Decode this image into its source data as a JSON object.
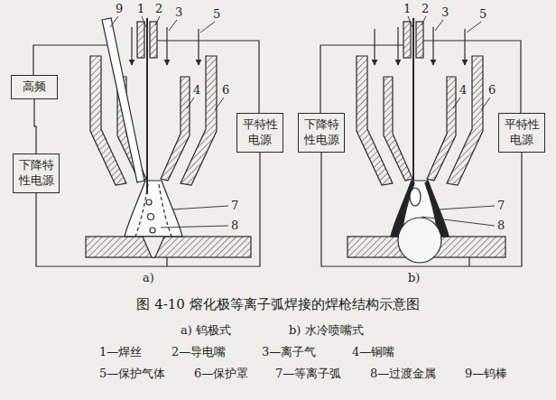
{
  "diagram": {
    "caption": "图 4-10 熔化极等离子弧焊接的焊枪结构示意图",
    "nodes": [
      {
        "text": [
          "高频"
        ]
      },
      {
        "text": [
          "下降特性电源"
        ]
      },
      {
        "text": [
          "平特性电源"
        ]
      },
      {
        "text": [
          "下降特性电源"
        ]
      },
      {
        "text": [
          "平特性电源"
        ]
      }
    ],
    "edges": [
      {
        "from": 0,
        "to": 1,
        "arrow": "none"
      },
      {
        "from": 1,
        "to": 2,
        "arrow": "none"
      },
      {
        "from": 3,
        "to": 4,
        "arrow": "none"
      }
    ],
    "labels": [
      "9",
      "1",
      "2",
      "3",
      "5",
      "4",
      "6",
      "7",
      "8",
      "a)",
      "1",
      "2",
      "3",
      "5",
      "4",
      "6",
      "7",
      "8",
      "b)",
      "a) 钨极式",
      "b) 水冷喷嘴式",
      "1—焊丝",
      "2—导电嘴",
      "3—离子气",
      "4—铜嘴",
      "5—保护气体",
      "6—保护罩",
      "7—等离子弧",
      "8—过渡金属",
      "9—钨棒"
    ]
  }
}
